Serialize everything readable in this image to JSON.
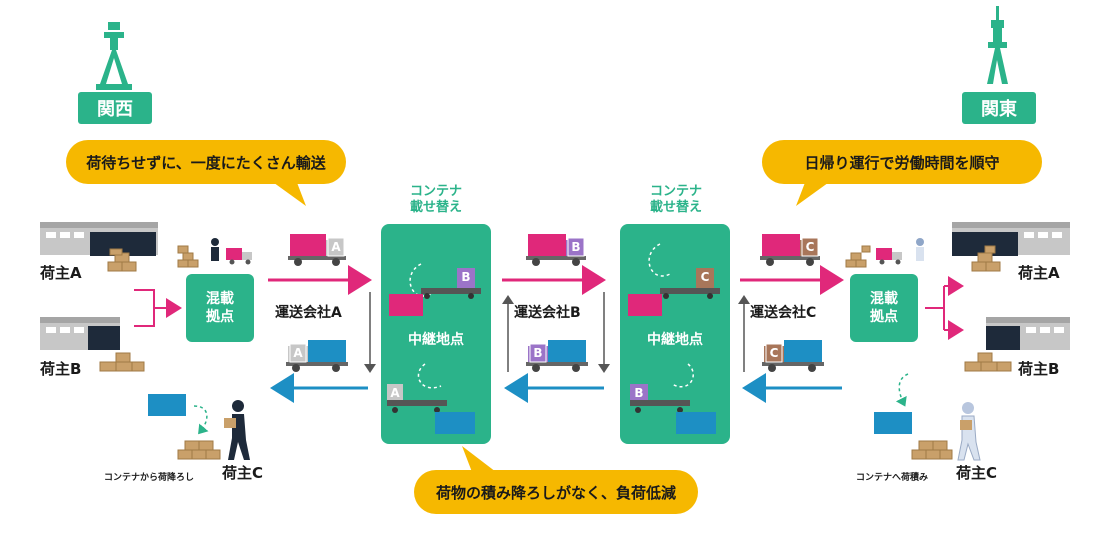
{
  "regions": {
    "west": "関西",
    "east": "関東"
  },
  "bubbles": {
    "left": "荷待ちせずに、一度にたくさん輸送",
    "right": "日帰り運行で労働時間を順守",
    "bottom": "荷物の積み降ろしがなく、負荷低減"
  },
  "container_swap": {
    "line1": "コンテナ",
    "line2": "載せ替え"
  },
  "relay_point": "中継地点",
  "consolidation": {
    "line1": "混載",
    "line2": "拠点"
  },
  "shippers": {
    "a": "荷主A",
    "b": "荷主B",
    "c": "荷主C"
  },
  "companies": {
    "a": "運送会社A",
    "b": "運送会社B",
    "c": "運送会社C"
  },
  "truck_letters": {
    "a": "A",
    "b": "B",
    "c": "C"
  },
  "captions": {
    "unload": "コンテナから荷降ろし",
    "load": "コンテナへ荷積み"
  },
  "colors": {
    "green": "#2bb38a",
    "magenta": "#e0287a",
    "blue": "#1d8fc4",
    "purple": "#9b74c8",
    "brown": "#a8765a",
    "yellow": "#f6b800",
    "box": "#c9a06a"
  }
}
